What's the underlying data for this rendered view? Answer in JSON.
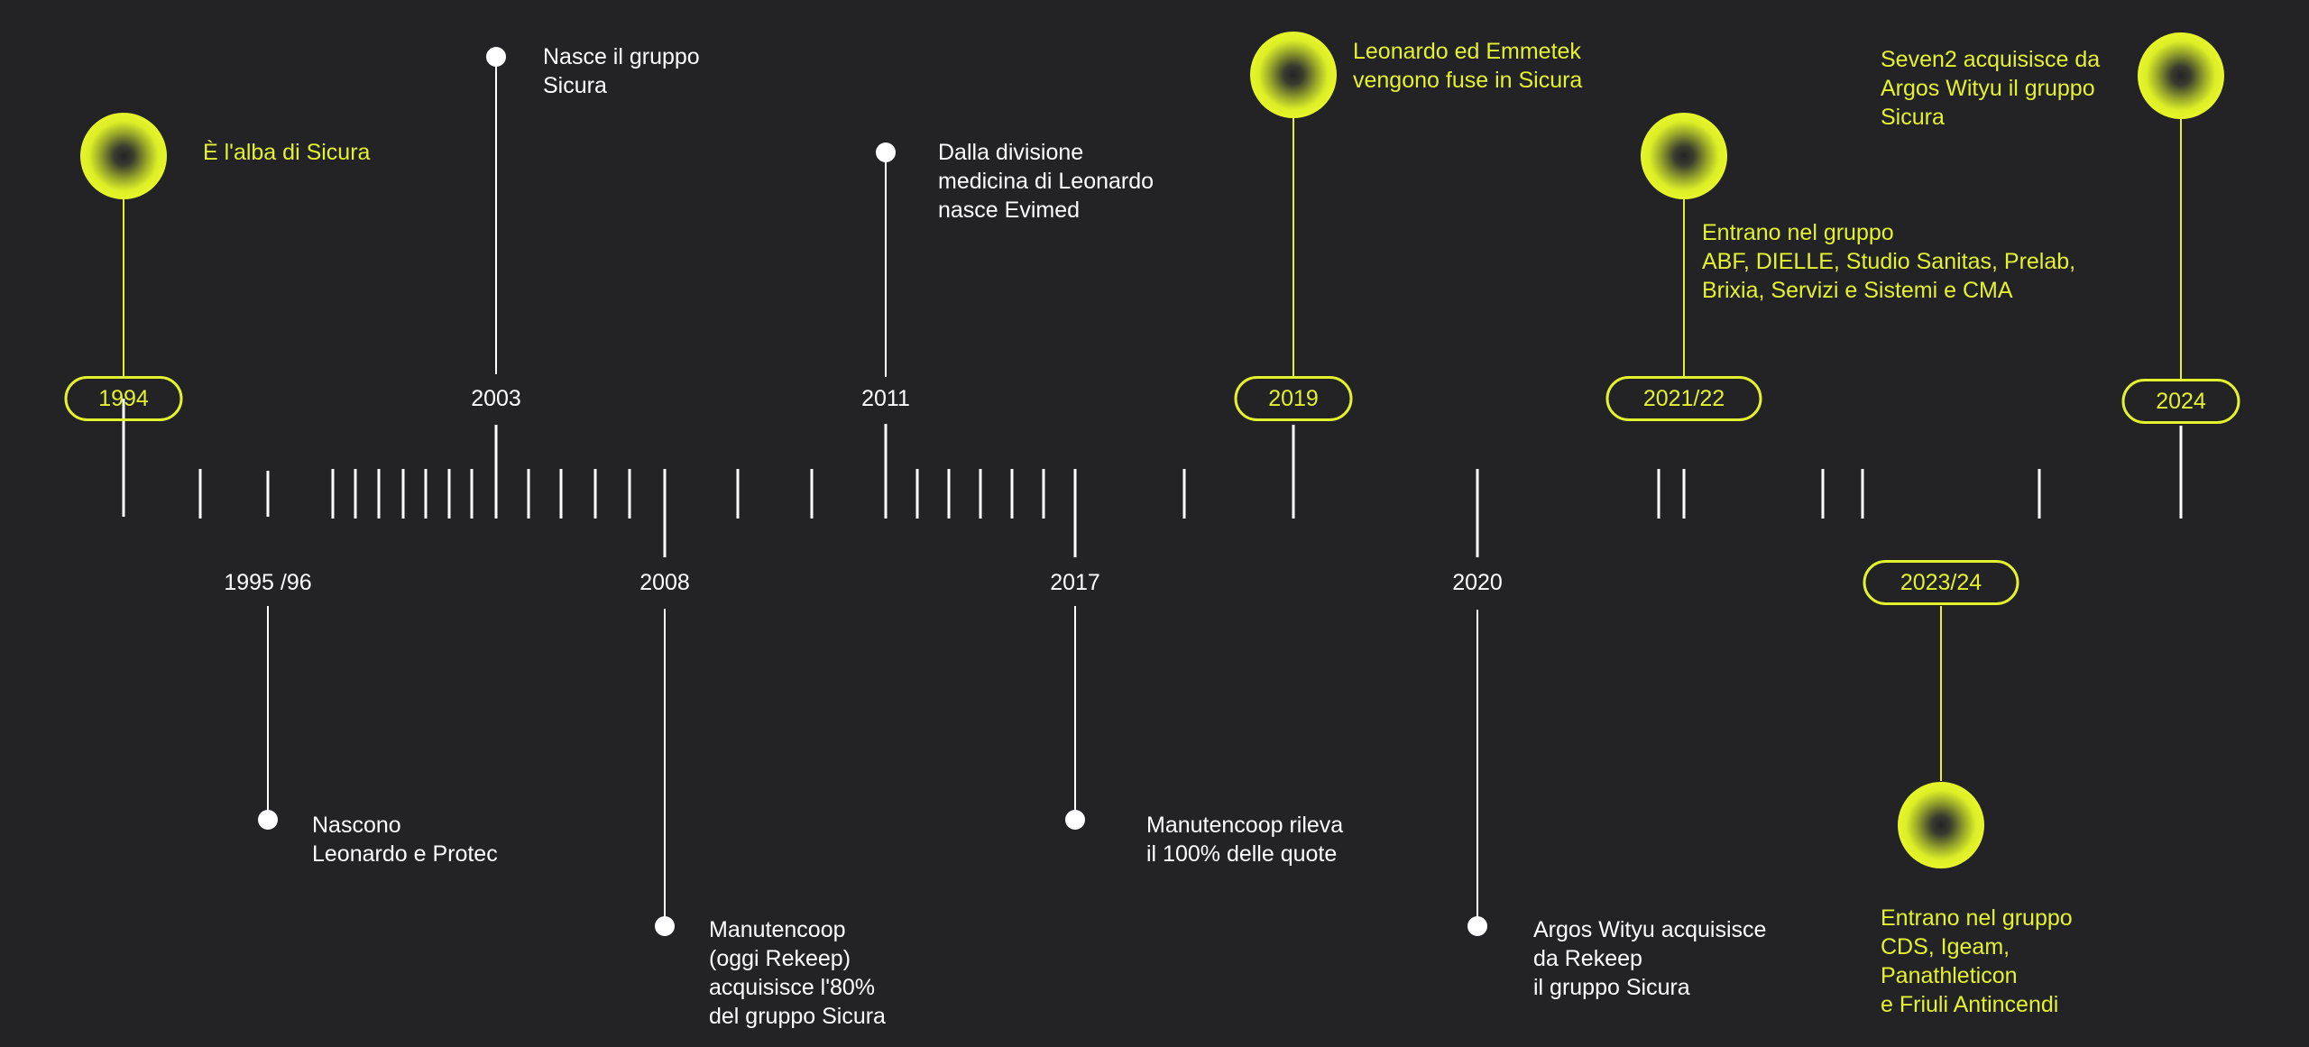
{
  "colors": {
    "background": "#232326",
    "white": "#ffffff",
    "accent": "#e3f22f"
  },
  "events": [
    {
      "id": "1994",
      "year": "1994",
      "side": "top",
      "style": "accent",
      "marker": "orb",
      "lines": [
        "È l'alba di Sicura"
      ]
    },
    {
      "id": "1995-96",
      "year": "1995 /96",
      "side": "bottom",
      "style": "white",
      "marker": "dot",
      "lines": [
        "Nascono",
        "Leonardo e Protec"
      ]
    },
    {
      "id": "2003",
      "year": "2003",
      "side": "top",
      "style": "white",
      "marker": "dot",
      "lines": [
        "Nasce il gruppo",
        "Sicura"
      ]
    },
    {
      "id": "2008",
      "year": "2008",
      "side": "bottom",
      "style": "white",
      "marker": "dot",
      "lines": [
        "Manutencoop",
        "(oggi Rekeep)",
        "acquisisce l'80%",
        "del gruppo Sicura"
      ]
    },
    {
      "id": "2011",
      "year": "2011",
      "side": "top",
      "style": "white",
      "marker": "dot",
      "lines": [
        "Dalla divisione",
        "medicina di Leonardo",
        "nasce Evimed"
      ]
    },
    {
      "id": "2017",
      "year": "2017",
      "side": "bottom",
      "style": "white",
      "marker": "dot",
      "lines": [
        "Manutencoop rileva",
        "il 100% delle quote"
      ]
    },
    {
      "id": "2019",
      "year": "2019",
      "side": "top",
      "style": "accent",
      "marker": "orb",
      "lines": [
        "Leonardo ed Emmetek",
        "vengono fuse in Sicura"
      ]
    },
    {
      "id": "2020",
      "year": "2020",
      "side": "bottom",
      "style": "white",
      "marker": "dot",
      "lines": [
        "Argos Wityu acquisisce",
        "da Rekeep",
        "il gruppo Sicura"
      ]
    },
    {
      "id": "2021-22",
      "year": "2021/22",
      "side": "top",
      "style": "accent",
      "marker": "orb",
      "lines": [
        "Entrano nel gruppo",
        "ABF, DIELLE, Studio Sanitas, Prelab,",
        "Brixia, Servizi e Sistemi e CMA"
      ]
    },
    {
      "id": "2023-24",
      "year": "2023/24",
      "side": "bottom",
      "style": "accent",
      "marker": "orb",
      "lines": [
        "Entrano nel gruppo",
        "CDS, Igeam,",
        "Panathleticon",
        "e Friuli Antincendi"
      ]
    },
    {
      "id": "2024",
      "year": "2024",
      "side": "top",
      "style": "accent",
      "marker": "orb",
      "lines": [
        "Seven2 acquisisce da",
        "Argos  Wityu il gruppo",
        "Sicura"
      ]
    }
  ]
}
